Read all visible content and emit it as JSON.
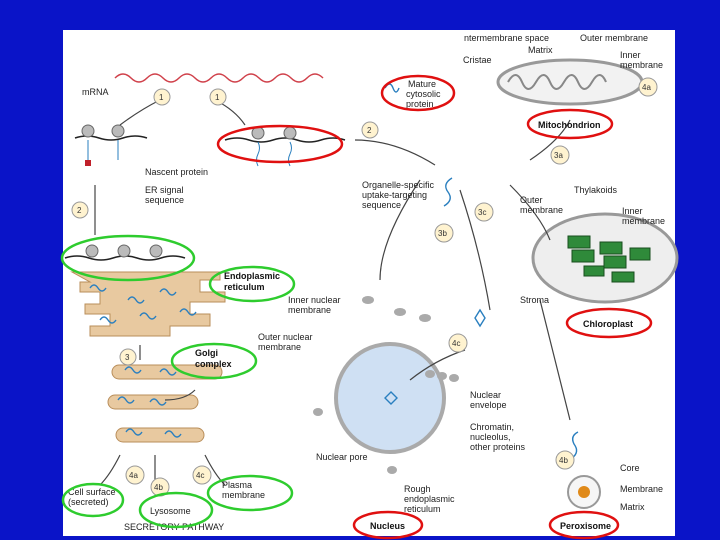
{
  "labels": {
    "intermembrane_space": "ntermembrane space",
    "outer_membrane_mito": "Outer membrane",
    "matrix_mito": "Matrix",
    "inner_membrane_mito_1": "Inner",
    "inner_membrane_mito_2": "membrane",
    "cristae": "Cristae",
    "mrna": "mRNA",
    "mature_protein_1": "Mature",
    "mature_protein_2": "cytosolic",
    "mature_protein_3": "protein",
    "mitochondrion": "Mitochondrion",
    "nascent_protein": "Nascent protein",
    "er_signal_1": "ER signal",
    "er_signal_2": "sequence",
    "organelle_seq_1": "Organelle-specific",
    "organelle_seq_2": "uptake-targeting",
    "organelle_seq_3": "sequence",
    "thylakoids": "Thylakoids",
    "outer_membrane_chloro_1": "Outer",
    "outer_membrane_chloro_2": "membrane",
    "inner_membrane_chloro_1": "Inner",
    "inner_membrane_chloro_2": "membrane",
    "er_1": "Endoplasmic",
    "er_2": "reticulum",
    "inner_nuclear_1": "Inner nuclear",
    "inner_nuclear_2": "membrane",
    "outer_nuclear_1": "Outer nuclear",
    "outer_nuclear_2": "membrane",
    "stroma": "Stroma",
    "chloroplast": "Chloroplast",
    "golgi_1": "Golgi",
    "golgi_2": "complex",
    "nuclear_envelope_1": "Nuclear",
    "nuclear_envelope_2": "envelope",
    "chromatin_1": "Chromatin,",
    "chromatin_2": "nucleolus,",
    "chromatin_3": "other proteins",
    "nuclear_pore": "Nuclear pore",
    "rough_er_1": "Rough",
    "rough_er_2": "endoplasmic",
    "rough_er_3": "reticulum",
    "core": "Core",
    "membrane_perox": "Membrane",
    "matrix_perox": "Matrix",
    "cell_surface_1": "Cell surface",
    "cell_surface_2": "(secreted)",
    "plasma_membrane_1": "Plasma",
    "plasma_membrane_2": "membrane",
    "lysosome": "Lysosome",
    "secretory_pathway": "SECRETORY PATHWAY",
    "nucleus": "Nucleus",
    "peroxisome": "Peroxisome"
  },
  "steps": {
    "s1a": "1",
    "s1b": "1",
    "s2a": "2",
    "s2b": "2",
    "s3a": "3a",
    "s3b": "3b",
    "s3c": "3c",
    "s4a_mito": "4a",
    "s4b_perox": "4b",
    "s4c_nuc": "4c",
    "s3_golgi": "3",
    "s4a_sec": "4a",
    "s4b_sec": "4b",
    "s4c_sec": "4c"
  },
  "colors": {
    "background": "#0a14c8",
    "highlight_red": "#e01010",
    "highlight_green": "#2ecc2e",
    "protein_blue": "#2a7fbf",
    "er_tan": "#e8c9a0",
    "nucleus_blue": "#cfe0f3",
    "chloroplast_green": "#2f8a3a"
  }
}
